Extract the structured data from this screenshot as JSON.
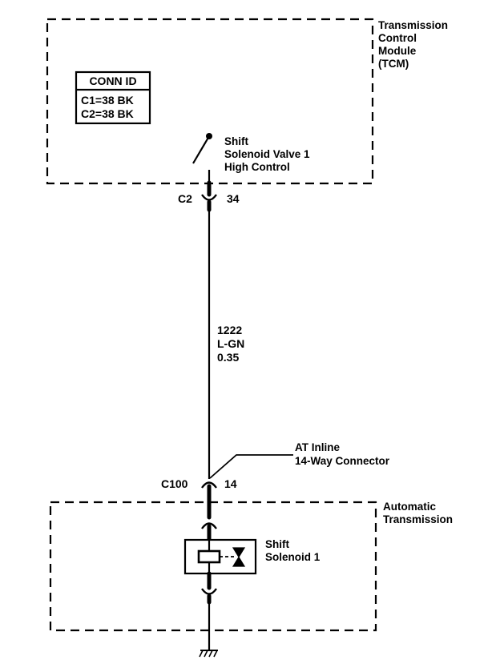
{
  "tcm": {
    "label_lines": [
      "Transmission",
      "Control",
      "Module",
      "(TCM)"
    ]
  },
  "conn_id": {
    "title": "CONN ID",
    "rows": [
      "C1=38 BK",
      "C2=38 BK"
    ]
  },
  "switch": {
    "label_lines": [
      "Shift",
      "Solenoid Valve 1",
      "High Control"
    ]
  },
  "connector_c2": {
    "name": "C2",
    "pin": "34"
  },
  "wire": {
    "circuit": "1222",
    "color": "L-GN",
    "size": "0.35"
  },
  "inline_connector": {
    "label_lines": [
      "AT Inline",
      "14-Way Connector"
    ],
    "name": "C100",
    "pin": "14"
  },
  "transmission": {
    "label_lines": [
      "Automatic",
      "Transmission"
    ]
  },
  "solenoid": {
    "label_lines": [
      "Shift",
      "Solenoid 1"
    ]
  }
}
